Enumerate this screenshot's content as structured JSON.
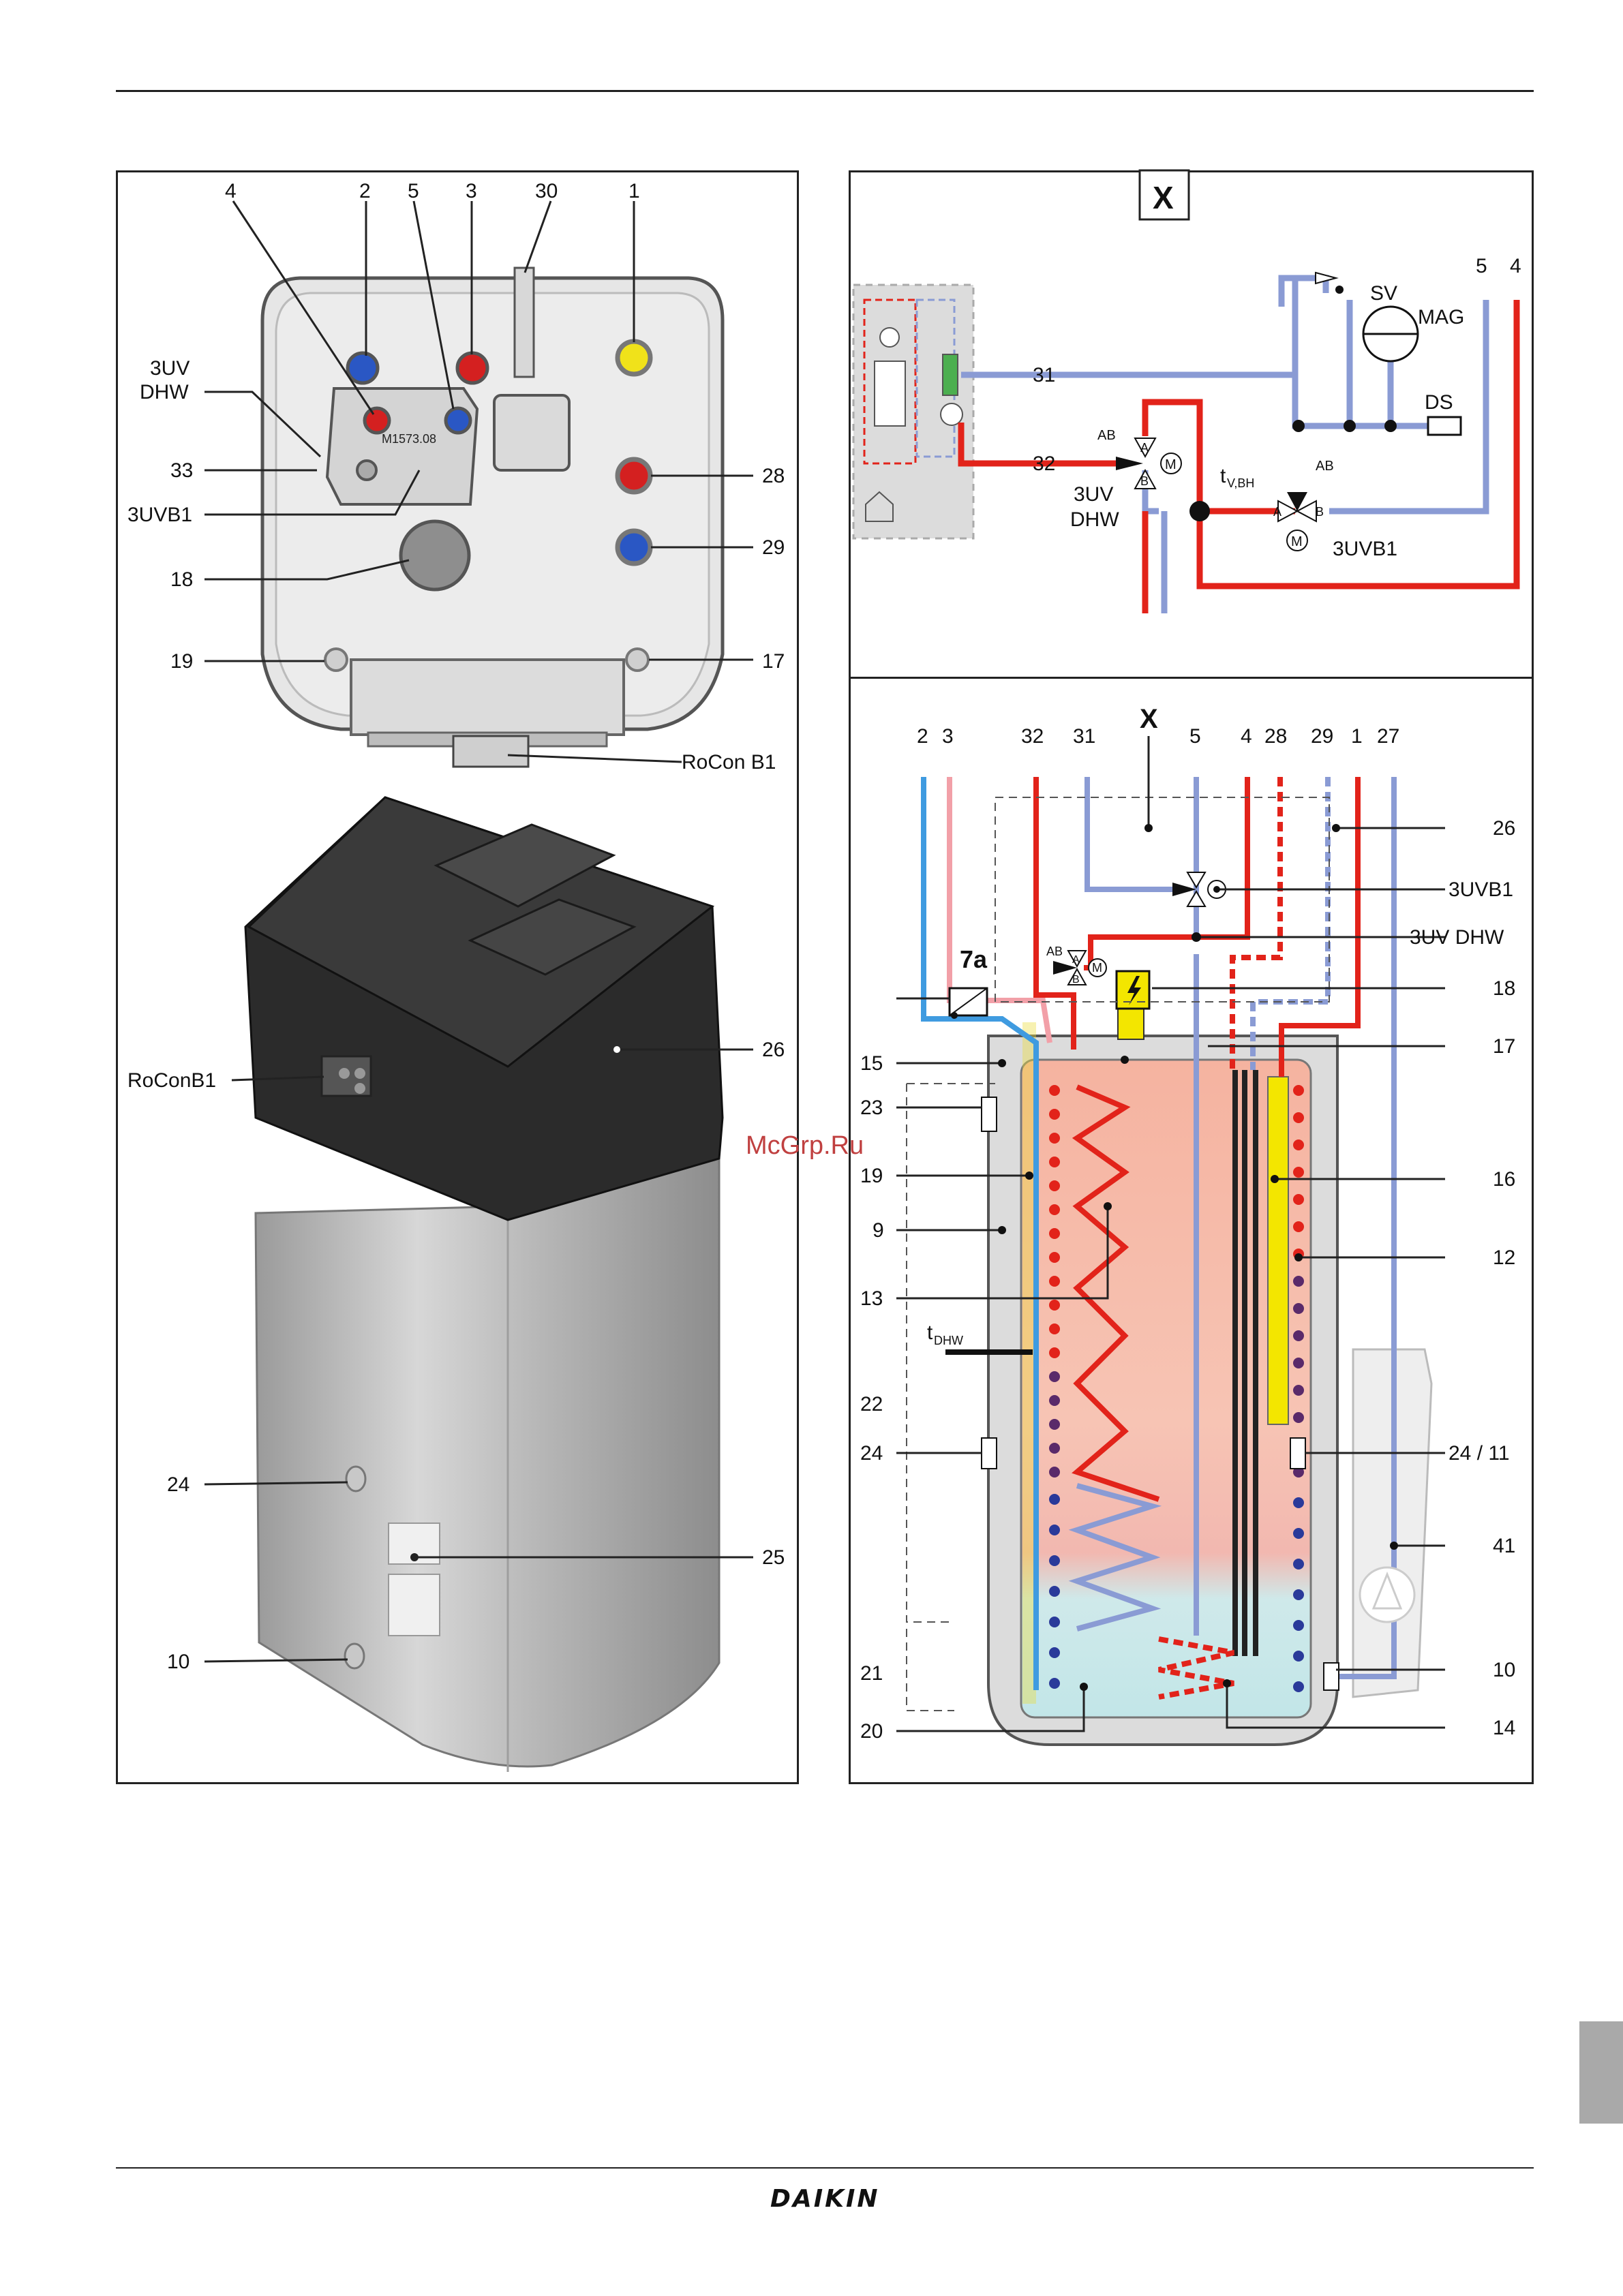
{
  "left_panel": {
    "top_labels": [
      "4",
      "2",
      "5",
      "3",
      "30",
      "1"
    ],
    "side_labels": {
      "uv_dhw_line1": "3UV",
      "uv_dhw_line2": "DHW",
      "l33": "33",
      "l3uvb1": "3UVB1",
      "l18": "18",
      "l19": "19",
      "l17": "17",
      "l28": "28",
      "l29": "29",
      "rocon_b1": "RoCon B1",
      "roconb1": "RoConB1",
      "l26": "26",
      "l24": "24",
      "l25": "25",
      "l10": "10"
    },
    "part_marking": "M1573.08"
  },
  "schematic_x": {
    "box_label": "X",
    "labels": {
      "l31": "31",
      "l32": "32",
      "sv": "SV",
      "mag": "MAG",
      "ds": "DS",
      "l5": "5",
      "l4": "4",
      "ab1": "AB",
      "a1": "A",
      "b1": "B",
      "m1": "M",
      "uv_dhw_1": "3UV",
      "uv_dhw_2": "DHW",
      "tvbh": "t",
      "tvbh_sub": "V,BH",
      "ab2": "AB",
      "a2": "A",
      "b2": "B",
      "m2": "M",
      "uvb1": "3UVB1"
    }
  },
  "tank_section": {
    "top_labels": [
      "2",
      "3",
      "32",
      "31",
      "X",
      "5",
      "4",
      "28",
      "29",
      "1",
      "27"
    ],
    "right_labels": {
      "l26": "26",
      "l3uvb1": "3UVB1",
      "l3uvdhw": "3UV DHW",
      "l18": "18",
      "l17": "17",
      "l16": "16",
      "l12": "12",
      "l2411": "24 / 11",
      "l41": "41",
      "l10": "10",
      "l14": "14"
    },
    "left_labels": {
      "l7a": "7a",
      "l15": "15",
      "l23": "23",
      "l19": "19",
      "l9": "9",
      "l13": "13",
      "tdhw": "t",
      "tdhw_sub": "DHW",
      "l22": "22",
      "l24": "24",
      "l21": "21",
      "l20": "20"
    },
    "valve_letters": {
      "ab": "AB",
      "a": "A",
      "b": "B",
      "m": "M"
    }
  },
  "footer": {
    "brand": "DAIKIN"
  },
  "watermark": "McGrp.Ru",
  "colors": {
    "hot_red": "#e2231a",
    "cold_blue": "#8a9bd4",
    "bright_blue": "#3f9be0",
    "pink": "#f2a0a8",
    "yellow": "#f3e600",
    "tank_grey": "#dcdcdc",
    "lid_black": "#2b2b2b"
  }
}
